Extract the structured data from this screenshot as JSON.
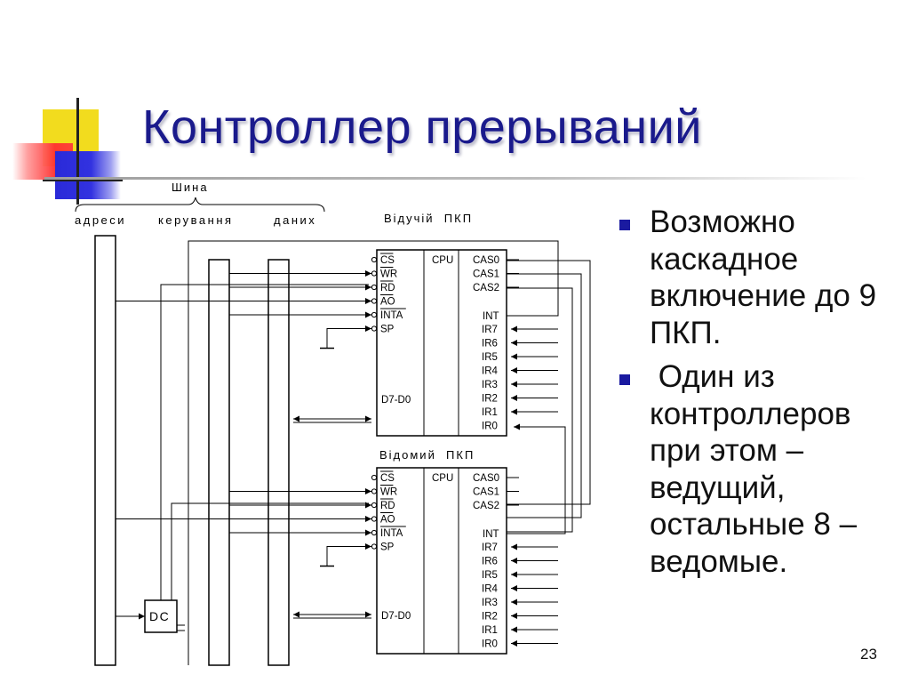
{
  "title": "Контроллер прерываний",
  "diagram": {
    "bus_label": "Шина",
    "address_label": "адреси",
    "control_label": "керування",
    "data_label": "даних",
    "master_label": "Відучій  ПКП",
    "slave_label": "Відомий  ПКП",
    "dc_label": "DC",
    "cpu_label": "CPU",
    "d7d0_label": "D7-D0",
    "left_pins": [
      "CS",
      "WR",
      "RD",
      "AO",
      "INTA",
      "SP"
    ],
    "cas_pins": [
      "CAS0",
      "CAS1",
      "CAS2"
    ],
    "int_label": "INT",
    "ir_pins": [
      "IR7",
      "IR6",
      "IR5",
      "IR4",
      "IR3",
      "IR2",
      "IR1",
      "IR0"
    ]
  },
  "bullets": [
    "Возможно каскадное включение до 9 ПКП.",
    " Один из контроллеров при этом – ведущий, остальные 8 – ведомые."
  ],
  "page_number": "23"
}
